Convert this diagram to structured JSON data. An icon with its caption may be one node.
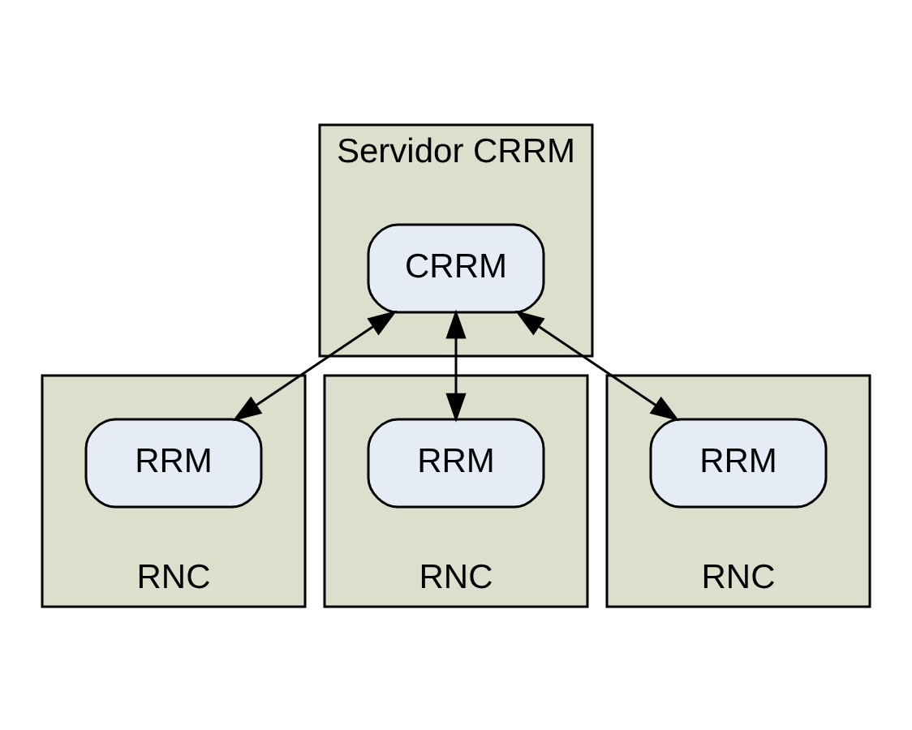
{
  "diagram": {
    "nodes": [
      {
        "text": [
          "Servidor CRRM"
        ]
      },
      {
        "text": [
          "CRRM"
        ],
        "in": 0
      },
      {
        "text": [
          "RNC"
        ]
      },
      {
        "text": [
          "RRM"
        ],
        "in": 2
      },
      {
        "text": [
          "RNC"
        ]
      },
      {
        "text": [
          "RRM"
        ],
        "in": 4
      },
      {
        "text": [
          "RNC"
        ]
      },
      {
        "text": [
          "RRM"
        ],
        "in": 6
      }
    ],
    "edges": [
      {
        "from": 1,
        "to": 3,
        "arrow": "both"
      },
      {
        "from": 1,
        "to": 5,
        "arrow": "both"
      },
      {
        "from": 1,
        "to": 7,
        "arrow": "both"
      }
    ]
  }
}
